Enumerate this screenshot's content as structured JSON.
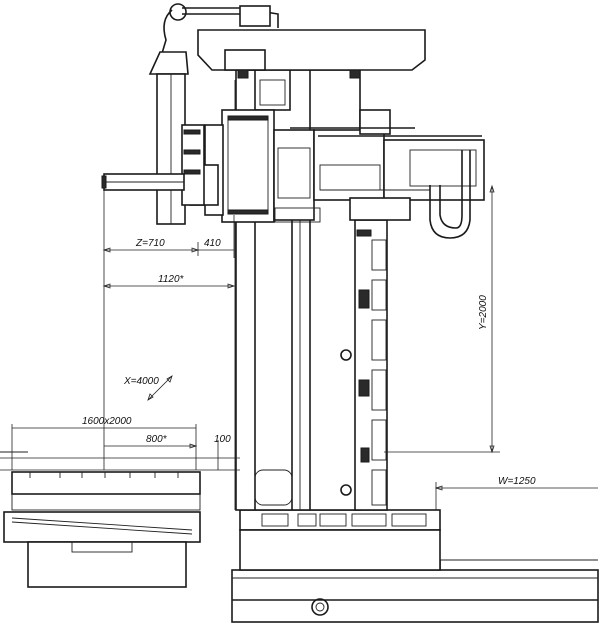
{
  "diagram": {
    "labels": {
      "z_travel": "Z=710",
      "z_offset": "410",
      "reach": "1120*",
      "x_travel": "X=4000",
      "table_size": "1600x2000",
      "table_half": "800*",
      "spindle_height": "100",
      "y_travel": "Y=2000",
      "w_travel": "W=1250"
    },
    "colors": {
      "ink": "#1a1a1a",
      "paper": "#ffffff"
    }
  }
}
